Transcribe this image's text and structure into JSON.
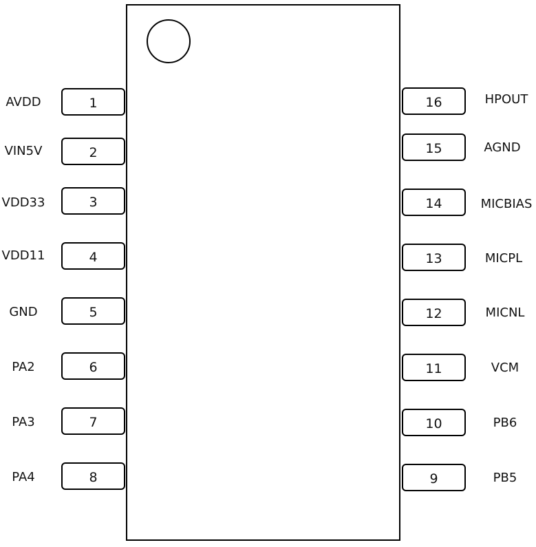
{
  "diagram": {
    "left_pins": [
      {
        "number": "1",
        "name": "AVDD"
      },
      {
        "number": "2",
        "name": "VIN5V"
      },
      {
        "number": "3",
        "name": "VDD33"
      },
      {
        "number": "4",
        "name": "VDD11"
      },
      {
        "number": "5",
        "name": "GND"
      },
      {
        "number": "6",
        "name": "PA2"
      },
      {
        "number": "7",
        "name": "PA3"
      },
      {
        "number": "8",
        "name": "PA4"
      }
    ],
    "right_pins": [
      {
        "number": "16",
        "name": "HPOUT"
      },
      {
        "number": "15",
        "name": "AGND"
      },
      {
        "number": "14",
        "name": "MICBIAS"
      },
      {
        "number": "13",
        "name": "MICPL"
      },
      {
        "number": "12",
        "name": "MICNL"
      },
      {
        "number": "11",
        "name": "VCM"
      },
      {
        "number": "10",
        "name": "PB6"
      },
      {
        "number": "9",
        "name": "PB5"
      }
    ]
  }
}
